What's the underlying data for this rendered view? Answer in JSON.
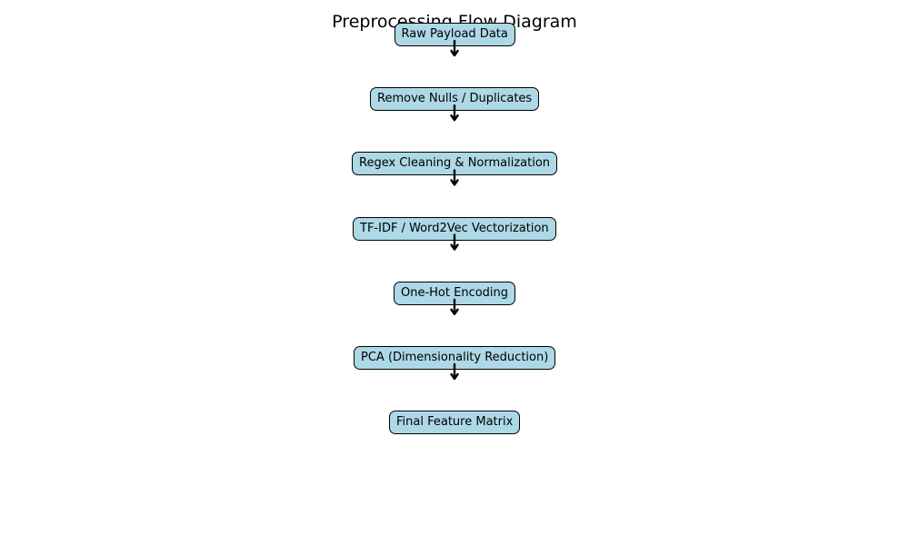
{
  "title": "Preprocessing Flow Diagram",
  "colors": {
    "node_fill": "#add8e6",
    "node_border": "#000000",
    "arrow": "#000000",
    "text": "#000000"
  },
  "nodes": [
    {
      "label": "Raw Payload Data"
    },
    {
      "label": "Remove Nulls / Duplicates"
    },
    {
      "label": "Regex Cleaning & Normalization"
    },
    {
      "label": "TF-IDF / Word2Vec Vectorization"
    },
    {
      "label": "One-Hot Encoding"
    },
    {
      "label": "PCA (Dimensionality Reduction)"
    },
    {
      "label": "Final Feature Matrix"
    }
  ]
}
